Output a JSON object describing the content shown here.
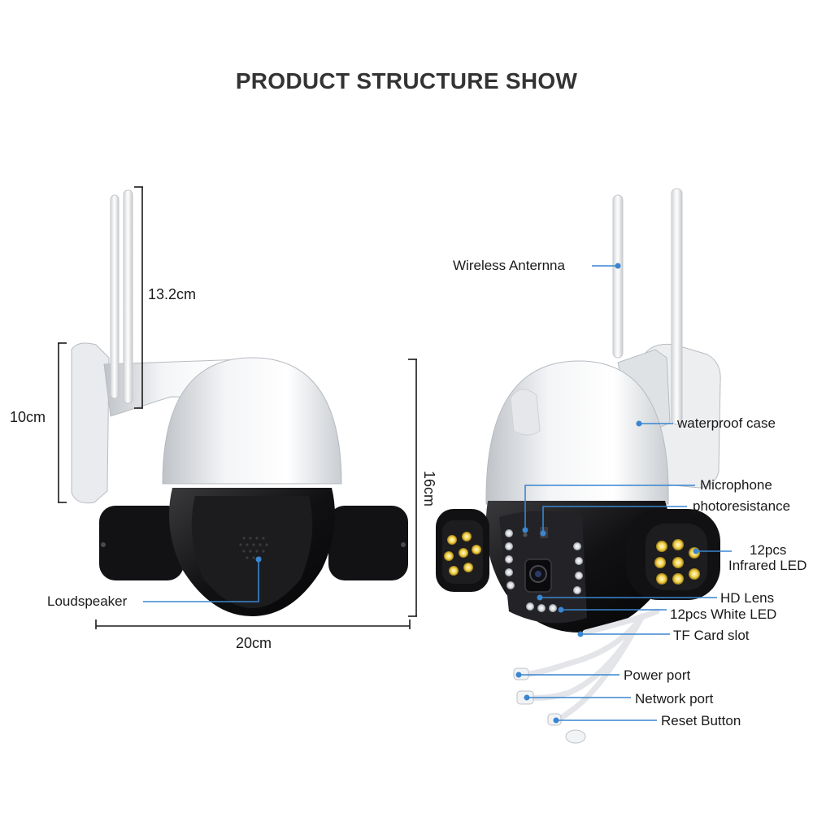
{
  "title": "PRODUCT STRUCTURE SHOW",
  "colors": {
    "leader_line": "#3a86d0",
    "dimension_line": "#1a1a1a",
    "title": "#333333"
  },
  "dimensions": {
    "antenna_height": "13.2cm",
    "mount_height": "10cm",
    "body_height": "16cm",
    "width": "20cm"
  },
  "callouts": {
    "loudspeaker": "Loudspeaker",
    "wireless_antenna": "Wireless Anternna",
    "waterproof_case": "waterproof case",
    "microphone": "Microphone",
    "photoresistance": "photoresistance",
    "infrared_led_1": "12pcs",
    "infrared_led_2": "Infrared LED",
    "hd_lens": "HD Lens",
    "white_led": "12pcs White LED",
    "tf_card_slot": "TF Card slot",
    "power_port": "Power port",
    "network_port": "Network port",
    "reset_button": "Reset Button"
  }
}
